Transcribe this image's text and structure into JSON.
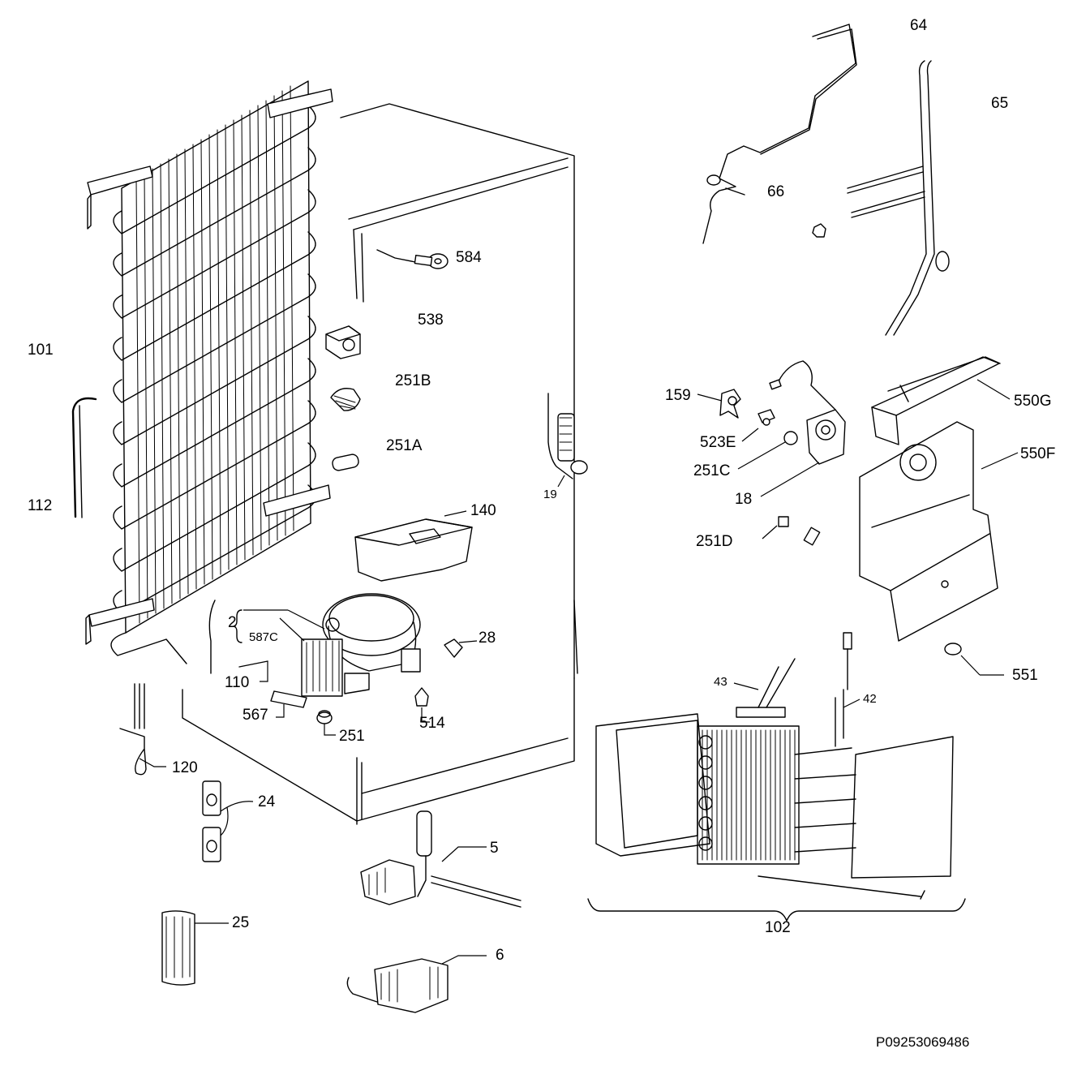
{
  "labels": {
    "p64": "64",
    "p65": "65",
    "p66": "66",
    "p584": "584",
    "p538": "538",
    "p251B": "251B",
    "p251A": "251A",
    "p101": "101",
    "p112": "112",
    "p159": "159",
    "p523E": "523E",
    "p251C": "251C",
    "p18": "18",
    "p550G": "550G",
    "p550F": "550F",
    "p251D": "251D",
    "p19": "19",
    "p140": "140",
    "p2": "2",
    "p587C": "587C",
    "p28": "28",
    "p110": "110",
    "p567": "567",
    "p251": "251",
    "p514": "514",
    "p120": "120",
    "p24": "24",
    "p5": "5",
    "p25": "25",
    "p6": "6",
    "p43": "43",
    "p42": "42",
    "p551": "551",
    "p102": "102"
  },
  "reference_code": "P09253069486"
}
